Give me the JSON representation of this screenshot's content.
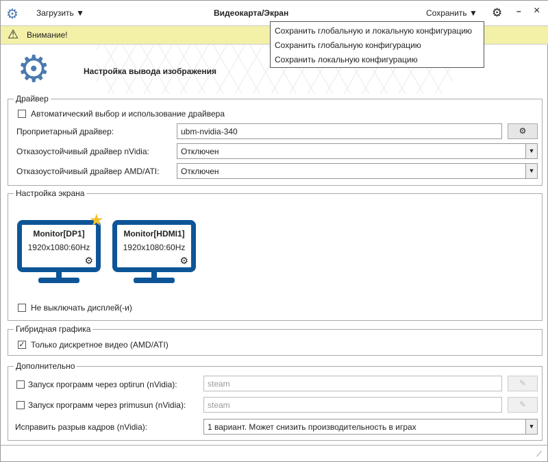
{
  "title": "Видеокарта/Экран",
  "load_label": "Загрузить",
  "save_label": "Сохранить",
  "save_menu": [
    "Сохранить глобальную и локальную конфигурацию",
    "Сохранить глобальную конфигурацию",
    "Сохранить локальную конфигурацию"
  ],
  "warning": "Внимание!",
  "header": "Настройка вывода изображения",
  "driver": {
    "legend": "Драйвер",
    "auto": "Автоматический выбор и использование драйвера",
    "auto_checked": false,
    "proprietary_label": "Проприетарный драйвер:",
    "proprietary_value": "ubm-nvidia-340",
    "nvidia_label": "Отказоустойчивый драйвер nVidia:",
    "nvidia_value": "Отключен",
    "amd_label": "Отказоустойчивый драйвер AMD/ATI:",
    "amd_value": "Отключен"
  },
  "screen": {
    "legend": "Настройка экрана",
    "monitors": [
      {
        "name": "Monitor[DP1]",
        "mode": "1920x1080:60Hz",
        "primary": true
      },
      {
        "name": "Monitor[HDMI1]",
        "mode": "1920x1080:60Hz",
        "primary": false
      }
    ],
    "keep_on": "Не выключать дисплей(-и)",
    "keep_on_checked": false
  },
  "hybrid": {
    "legend": "Гибридная графика",
    "discrete": "Только дискретное видео (AMD/ATI)",
    "discrete_checked": true
  },
  "extra": {
    "legend": "Дополнительно",
    "optirun": "Запуск программ через optirun (nVidia):",
    "optirun_value": "steam",
    "primusun": "Запуск программ через primusun (nVidia):",
    "primusun_value": "steam",
    "tearing_label": "Исправить разрыв кадров (nVidia):",
    "tearing_value": "1 вариант. Может снизить производительность в играх"
  },
  "colors": {
    "accent": "#0d5597",
    "warning_bg": "#f3f0a8",
    "star": "#f2c12e"
  }
}
